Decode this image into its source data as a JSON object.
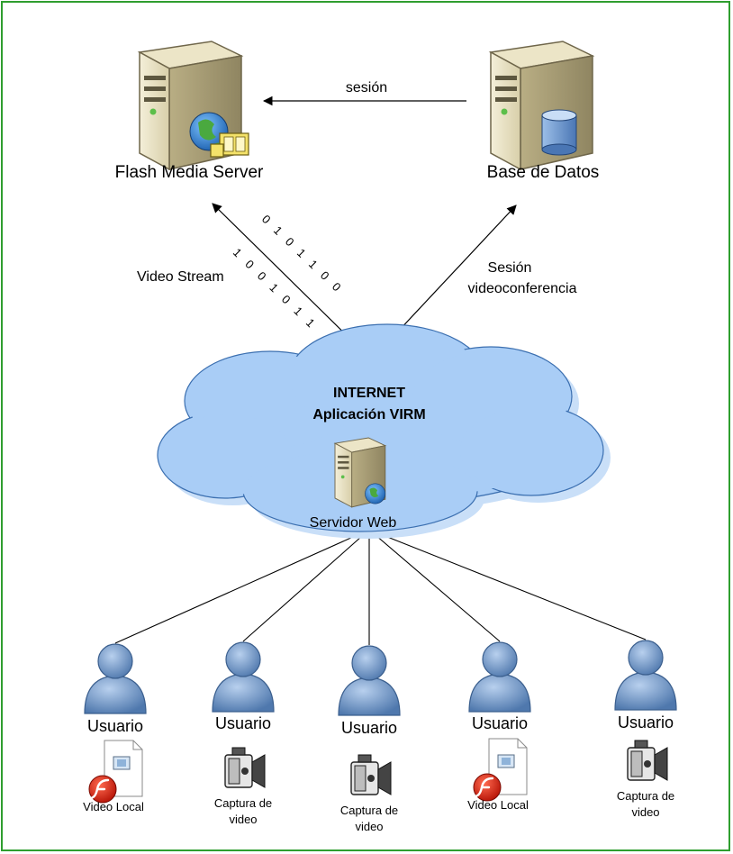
{
  "nodes": {
    "flash_media_server": "Flash Media Server",
    "database": "Base de Datos",
    "internet": "INTERNET",
    "app": "Aplicación VIRM",
    "web_server": "Servidor Web"
  },
  "edges": {
    "session": "sesión",
    "video_stream": "Video Stream",
    "session_vc_line1": "Sesión",
    "session_vc_line2": "videoconferencia"
  },
  "binary": {
    "upper": [
      "0",
      "1",
      "0",
      "1",
      "1",
      "0",
      "0"
    ],
    "lower": [
      "1",
      "0",
      "0",
      "1",
      "0",
      "1",
      "1"
    ]
  },
  "users": [
    {
      "label": "Usuario",
      "device": "flash-video-file",
      "caption_line1": "Video Local",
      "caption_line2": ""
    },
    {
      "label": "Usuario",
      "device": "video-camera",
      "caption_line1": "Captura de",
      "caption_line2": "video"
    },
    {
      "label": "Usuario",
      "device": "video-camera",
      "caption_line1": "Captura de",
      "caption_line2": "video"
    },
    {
      "label": "Usuario",
      "device": "flash-video-file",
      "caption_line1": "Video Local",
      "caption_line2": ""
    },
    {
      "label": "Usuario",
      "device": "video-camera",
      "caption_line1": "Captura de",
      "caption_line2": "video"
    }
  ],
  "colors": {
    "border": "#2f9e2f",
    "cloud": "#a9cdf6",
    "cloud_shadow": "#c9dff8",
    "user": "#6d93c4",
    "flash_red": "#d41f10"
  }
}
